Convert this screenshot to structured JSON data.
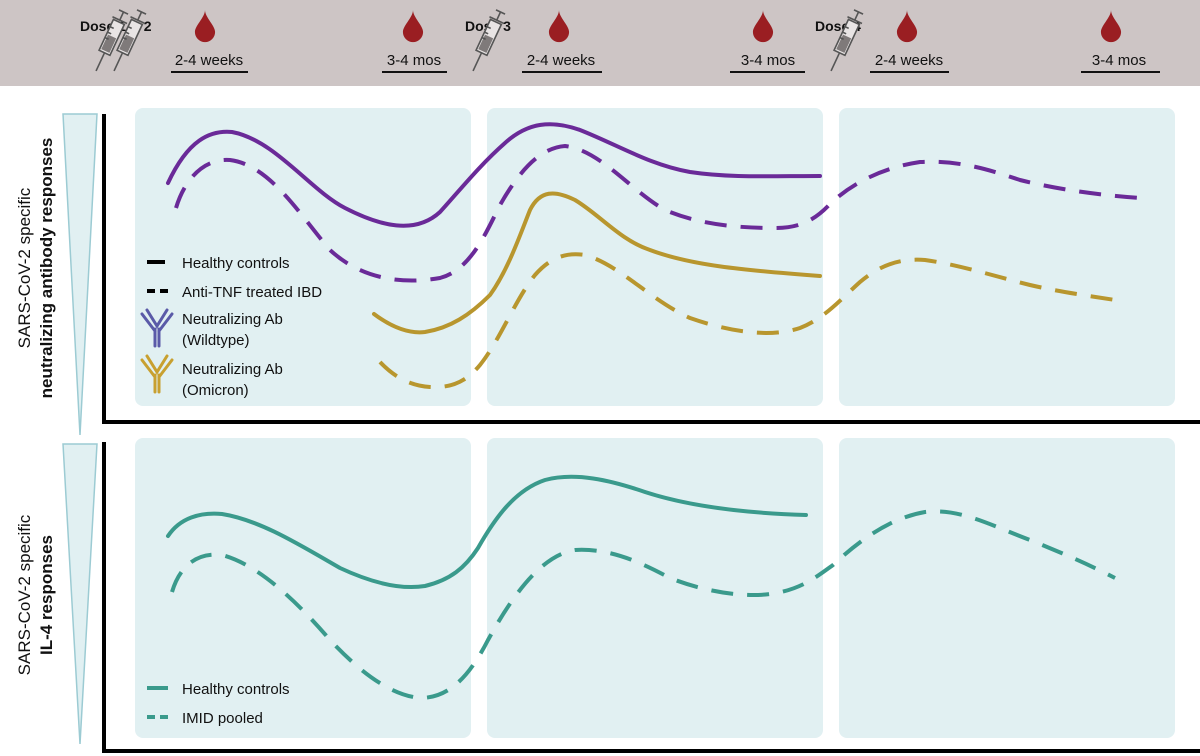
{
  "colors": {
    "header_bg": "#cdc5c5",
    "panel_bg": "#e1f0f2",
    "wildtype": "#6a2a98",
    "omicron": "#b8962e",
    "il4": "#3a9a8c",
    "blood_drop": "#9a1e22",
    "triangle_fill": "#e1f0f2",
    "triangle_stroke": "#9ccbd3"
  },
  "header": {
    "doses": [
      {
        "label": "Dose 1 & 2"
      },
      {
        "label": "Dose 3"
      },
      {
        "label": "Dose 4"
      }
    ],
    "intervals": [
      {
        "label": "2-4 weeks"
      },
      {
        "label": "3-4 mos"
      },
      {
        "label": "2-4 weeks"
      },
      {
        "label": "3-4 mos"
      },
      {
        "label": "2-4 weeks"
      },
      {
        "label": "3-4 mos"
      }
    ],
    "icons": [
      "syringe-icon",
      "blood-drop-icon"
    ]
  },
  "top_panel": {
    "ylabel_line1": "SARS-CoV-2 specific",
    "ylabel_line2": "neutralizing antibody responses",
    "legend": [
      {
        "line1": "Healthy controls",
        "line2": ""
      },
      {
        "line1": "Anti-TNF treated IBD",
        "line2": ""
      },
      {
        "line1": "Neutralizing Ab",
        "line2": "(Wildtype)"
      },
      {
        "line1": "Neutralizing Ab",
        "line2": "(Omicron)"
      }
    ]
  },
  "bottom_panel": {
    "ylabel_line1": "SARS-CoV-2 specific",
    "ylabel_line2": "IL-4 responses",
    "legend": [
      {
        "line1": "Healthy controls"
      },
      {
        "line1": "IMID pooled"
      }
    ]
  }
}
